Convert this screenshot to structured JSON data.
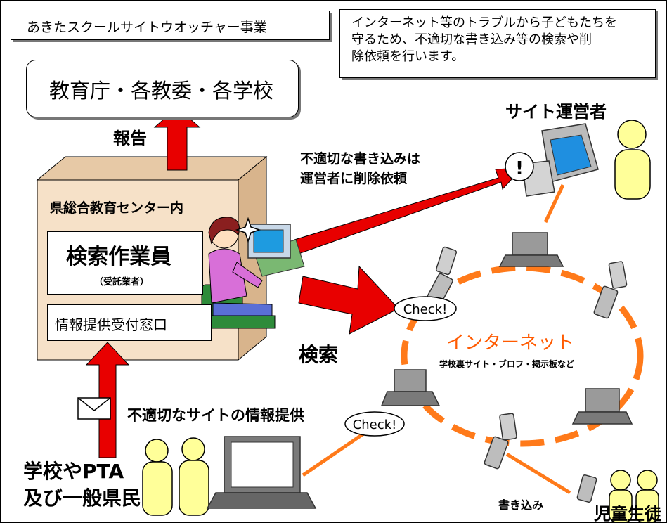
{
  "header": {
    "project_title": "あきたスクールサイトウオッチャー事業",
    "description": "インターネット等のトラブルから子どもたちを守るため、不適切な書き込み等の検索や削除依頼を行います。",
    "description_lines": [
      "インターネット等のトラブルから子どもたちを",
      "守るため、不適切な書き込み等の検索や削",
      "除依頼を行います。"
    ]
  },
  "nodes": {
    "authorities": "教育庁・各教委・各学校",
    "report_label": "報告",
    "center_title": "県総合教育センター内",
    "searcher": "検索作業員",
    "searcher_sub": "（受託業者）",
    "info_window": "情報提供受付窓口",
    "site_operator": "サイト運営者",
    "deletion_request_lines": [
      "不適切な書き込みは",
      "運営者に削除依頼"
    ],
    "search_label": "検索",
    "check_label": "Check!",
    "internet_label": "インターネット",
    "internet_sub": "学校裏サイト・ブロフ・掲示板など",
    "info_provision": "不適切なサイトの情報提供",
    "public_lines": [
      "学校やPTA",
      "及び一般県民"
    ],
    "write_label": "書き込み",
    "students_label": "児童生徒"
  },
  "colors": {
    "arrow_red": "#e80000",
    "network_orange": "#ff7a1a",
    "figure_yellow": "#ffff99",
    "box_beige": "#f6e1c8",
    "internet_text": "#ff5a00"
  }
}
